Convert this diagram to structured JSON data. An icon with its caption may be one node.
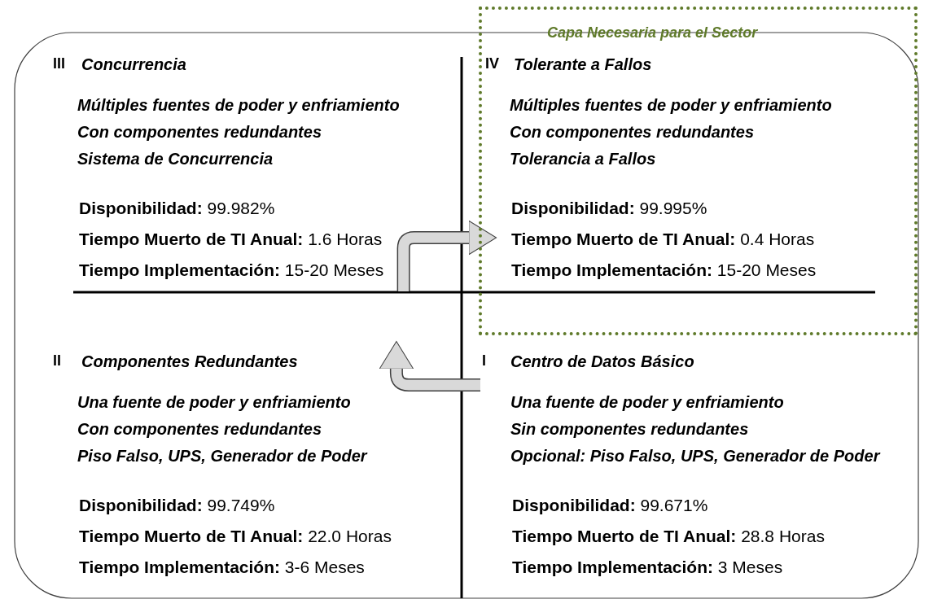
{
  "diagram": {
    "nodes": [
      {
        "text": [
          "Capa Necesaria para el Sector"
        ]
      },
      {
        "text": [
          "III",
          "Concurrencia",
          "Múltiples fuentes de poder y enfriamiento",
          "Con componentes redundantes",
          "Sistema de Concurrencia",
          "**Disponibilidad:** 99.982%",
          "**Tiempo Muerto de TI Anual:** 1.6 Horas",
          "**Tiempo Implementación:** 15-20 Meses"
        ]
      },
      {
        "in": 0,
        "text": [
          "IV",
          "Tolerante a Fallos",
          "Múltiples fuentes de poder y enfriamiento",
          "Con componentes redundantes",
          "Tolerancia a Fallos",
          "**Disponibilidad:** 99.995%",
          "**Tiempo Muerto de TI Anual:** 0.4 Horas",
          "**Tiempo Implementación:** 15-20 Meses"
        ]
      },
      {
        "text": [
          "II",
          "Componentes Redundantes",
          "Una fuente de poder y enfriamiento",
          "Con componentes redundantes",
          "Piso Falso, UPS, Generador de Poder",
          "**Disponibilidad:** 99.749%",
          "**Tiempo Muerto de TI Anual:** 22.0 Horas",
          "**Tiempo Implementación:** 3-6 Meses"
        ]
      },
      {
        "text": [
          "I",
          "Centro de Datos Básico",
          "Una fuente de poder y enfriamiento",
          "Sin componentes redundantes",
          "Opcional: Piso Falso, UPS, Generador de Poder",
          "**Disponibilidad:** 99.671%",
          "**Tiempo Muerto de TI Anual:** 28.8 Horas",
          "**Tiempo Implementación:** 3 Meses"
        ]
      }
    ],
    "edges": [
      {
        "from": 1,
        "to": 2,
        "arrow": "to"
      },
      {
        "from": 4,
        "to": 3,
        "arrow": "to"
      }
    ]
  }
}
